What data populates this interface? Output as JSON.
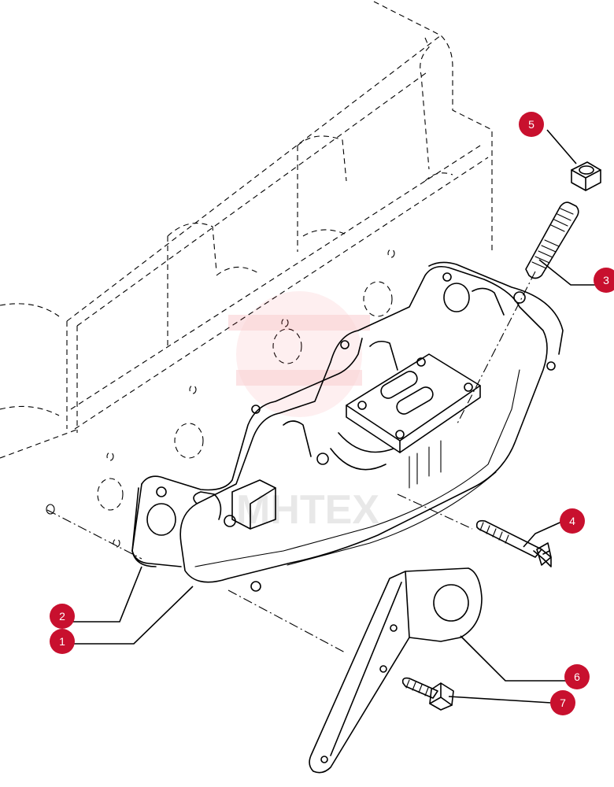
{
  "watermark": {
    "text": "MHTEX",
    "color": "#e8323c"
  },
  "callouts": [
    {
      "id": "1",
      "label": "1"
    },
    {
      "id": "2",
      "label": "2"
    },
    {
      "id": "3",
      "label": "3"
    },
    {
      "id": "4",
      "label": "4"
    },
    {
      "id": "5",
      "label": "5"
    },
    {
      "id": "6",
      "label": "6"
    },
    {
      "id": "7",
      "label": "7"
    }
  ],
  "colors": {
    "callout": "#c8102e",
    "line": "#000000"
  }
}
